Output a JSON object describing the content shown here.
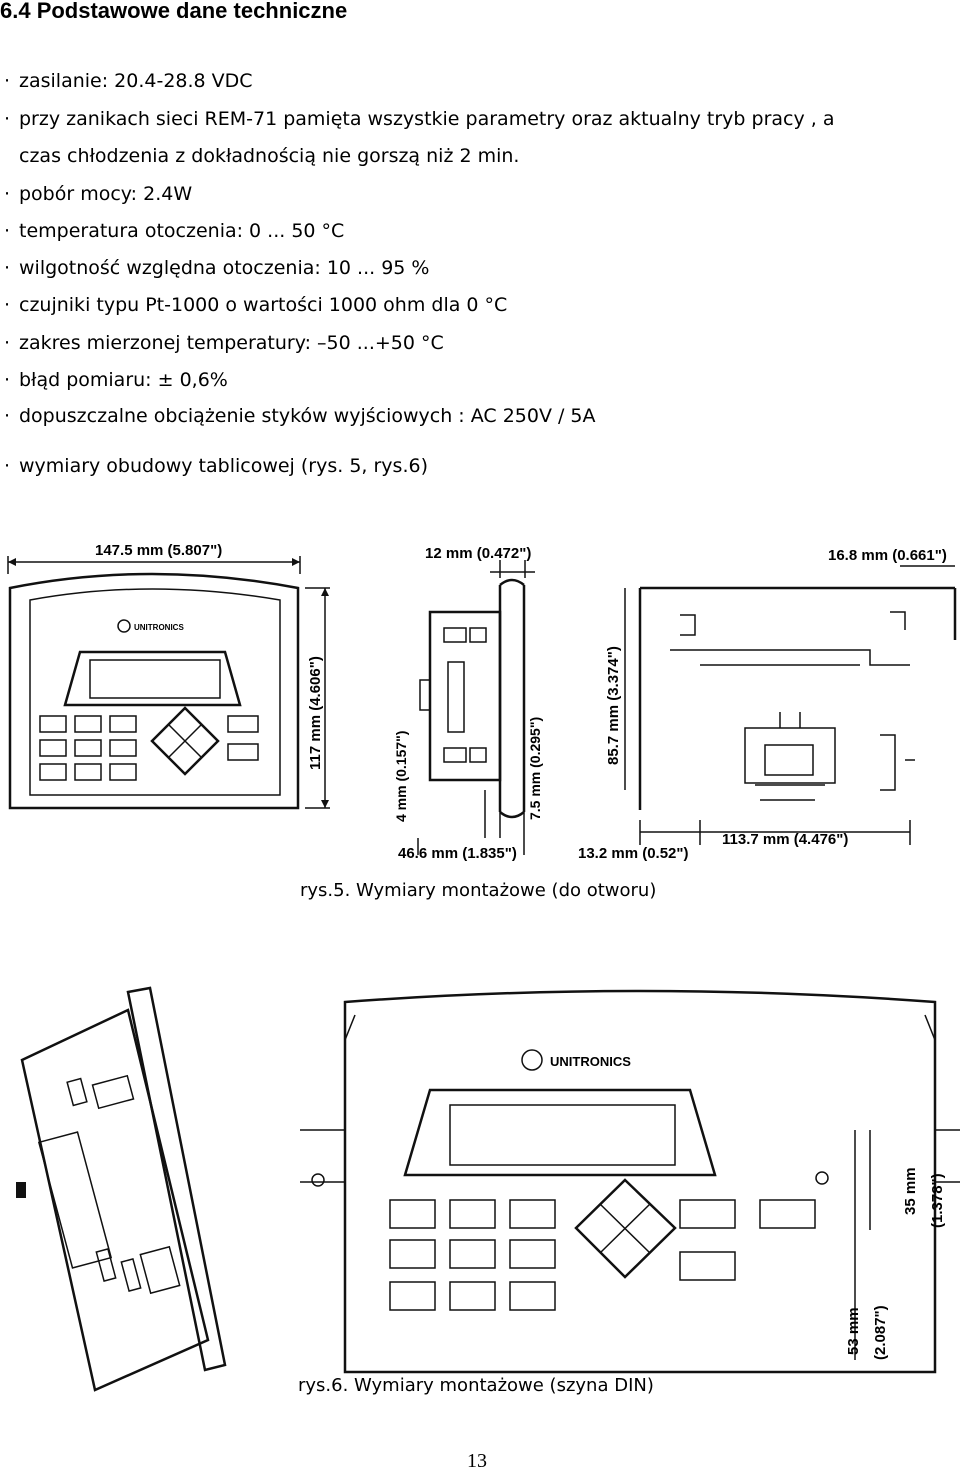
{
  "heading": "6.4 Podstawowe dane techniczne",
  "bullet": "·",
  "specs": [
    "zasilanie:  20.4-28.8 VDC",
    "przy zanikach sieci REM-71 pamięta wszystkie parametry oraz aktualny tryb pracy , a",
    "czas chłodzenia z dokładnością nie gorszą niż 2 min.",
    "pobór mocy: 2.4W",
    "temperatura otoczenia: 0 ... 50 °C",
    "wilgotność względna otoczenia: 10 ... 95 %",
    "czujniki typu Pt-1000 o wartości 1000 ohm dla 0 °C",
    "zakres mierzonej temperatury: –50 ...+50 °C",
    "błąd pomiaru:  ± 0,6%",
    "dopuszczalne obciążenie styków wyjściowych :  AC 250V / 5A",
    "wymiary obudowy tablicowej (rys. 5, rys.6)"
  ],
  "fig5": {
    "dim_width": "147.5 mm (5.807\")",
    "dim_height": "117 mm (4.606\")",
    "dim_side_top": "12 mm (0.472\")",
    "dim_side_4": "4 mm (0.157\")",
    "dim_side_75": "7.5 mm (0.295\")",
    "dim_side_bottom": "46.6 mm (1.835\")",
    "dim_rear_top": "16.8 mm (0.661\")",
    "dim_rear_height": "85.7 mm (3.374\")",
    "dim_rear_132": "13.2 mm (0.52\")",
    "dim_rear_1137": "113.7 mm (4.476\")",
    "caption": "rys.5. Wymiary montażowe (do otworu)"
  },
  "fig6": {
    "brand": "UNITRONICS",
    "dim_35": "35 mm",
    "dim_35_in": "(1.378\")",
    "dim_53": "53 mm",
    "dim_53_in": "(2.087\")",
    "caption": "rys.6. Wymiary montażowe (szyna DIN)"
  },
  "page_number": "13"
}
